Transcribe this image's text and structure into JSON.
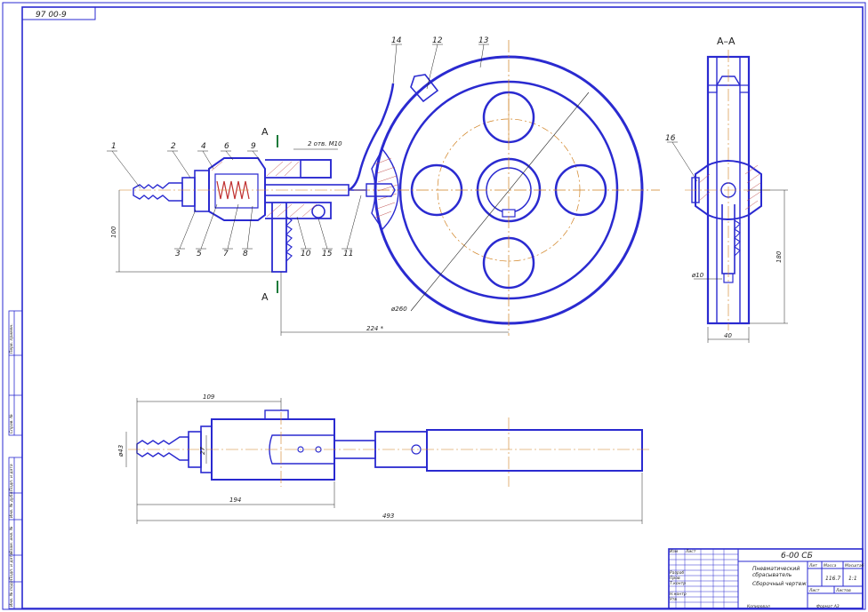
{
  "drawing": {
    "top_stamp": "97 00-9",
    "section_marker": "А",
    "section_view_title": "А–А",
    "part_numbers": [
      "1",
      "2",
      "3",
      "4",
      "5",
      "6",
      "7",
      "8",
      "9",
      "10",
      "11",
      "12",
      "13",
      "14",
      "15",
      "16"
    ],
    "dimensions": {
      "main_height": "100",
      "hole_note": "2 отв. М10",
      "center_distance": "224 *",
      "wheel_diameter": "ø260",
      "section_height": "180",
      "section_width": "40",
      "section_small_dia": "ø10",
      "bottom_len_109": "109",
      "bottom_len_194": "194",
      "bottom_len_493": "493",
      "bottom_dia_left": "ø43",
      "bottom_dia_small": "27"
    }
  },
  "title_block": {
    "designation": "6-00 СБ",
    "name_line1": "Пневматический",
    "name_line2": "сбрасыватель",
    "name_line3": "Сборочный чертеж",
    "mass": "116.7",
    "scale": "1:1",
    "sheet": "Лист",
    "sheets": "Листов",
    "header_lit": "Лит",
    "header_mass": "Масса",
    "header_scale": "Масштаб",
    "rows": [
      "Изм",
      "Лист",
      "Разраб",
      "Пров",
      "Т.контр",
      "Н.контр",
      "Утв"
    ],
    "copied": "Копировал",
    "format": "Формат А3"
  },
  "side_margin": {
    "labels": [
      "Перв. примен.",
      "Справ. №",
      "Подп. и дата",
      "Инв. № дубл.",
      "Взам. инв. №",
      "Подп. и дата",
      "Инв. № подл."
    ]
  }
}
